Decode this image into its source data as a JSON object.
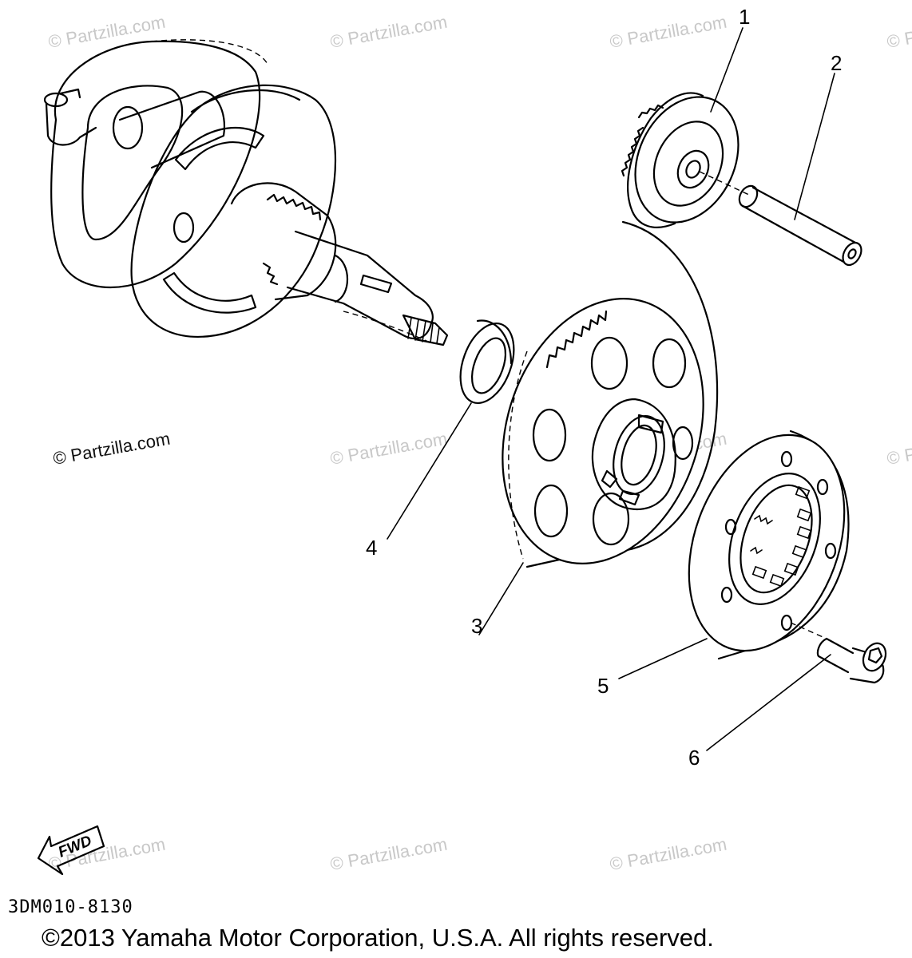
{
  "watermarks": [
    "© Partzilla.com",
    "© Partzilla.com",
    "© Partzilla.com",
    "© Partzilla.com",
    "© Partzilla.com",
    "© Partzilla.com",
    "© Partzilla.com",
    "© Partzilla.com",
    "© Partzilla.com",
    "© Partzilla.com",
    "© Partzilla.com"
  ],
  "callouts": {
    "p1": "1",
    "p2": "2",
    "p3": "3",
    "p4": "4",
    "p5": "5",
    "p6": "6"
  },
  "fwd_label": "FWD",
  "diagram_code": "3DM010-8130",
  "copyright": "©2013  Yamaha Motor Corporation, U.S.A. All rights reserved."
}
